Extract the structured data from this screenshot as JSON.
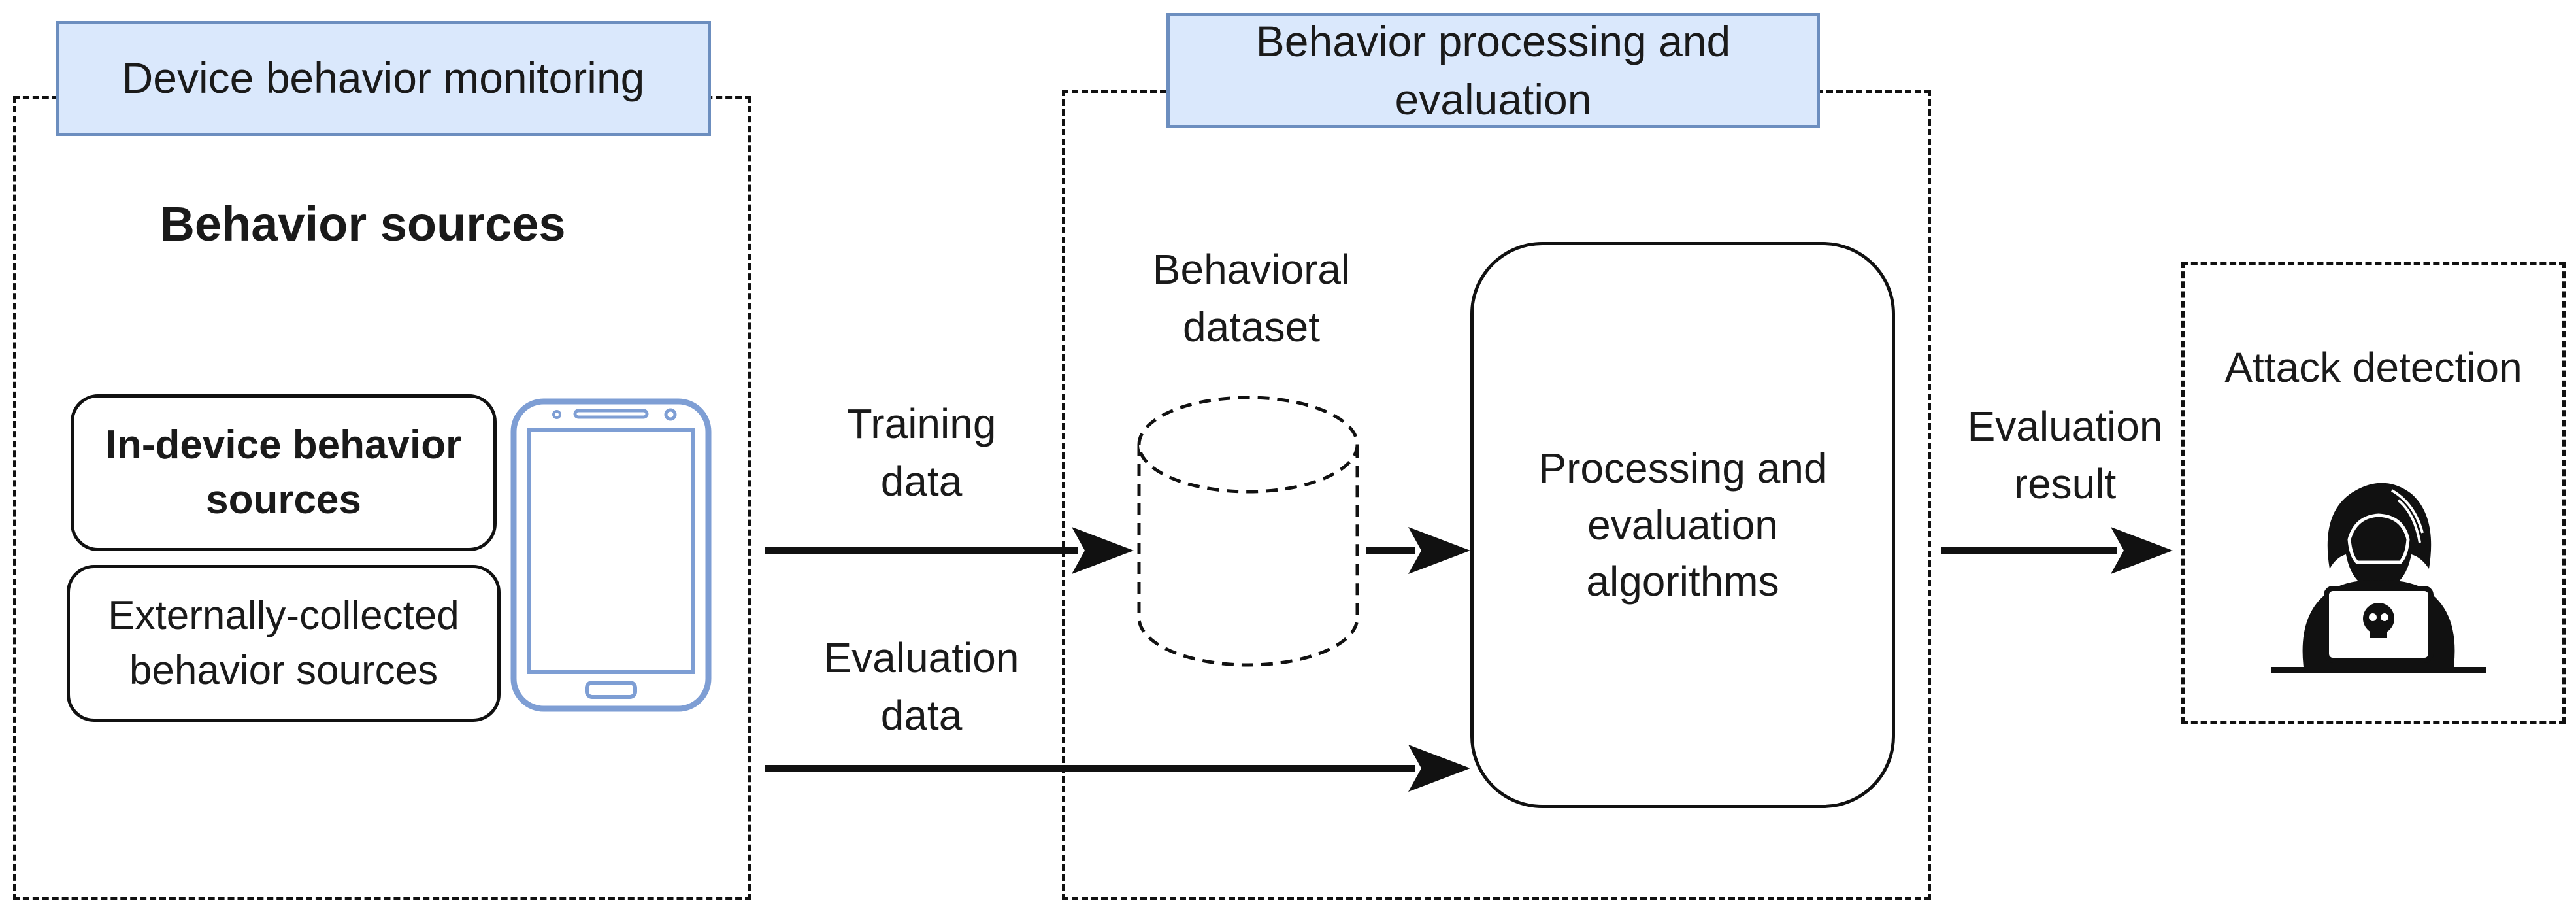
{
  "device_monitoring": {
    "header": "Device behavior monitoring",
    "sources_title": "Behavior sources",
    "in_device_sources": "In-device behavior sources",
    "external_sources": "Externally-collected behavior sources"
  },
  "processing": {
    "header": "Behavior processing and evaluation",
    "dataset_label": "Behavioral dataset",
    "algorithms_label": "Processing and evaluation algorithms"
  },
  "flows": {
    "training_data": "Training data",
    "evaluation_data": "Evaluation data",
    "evaluation_result": "Evaluation result"
  },
  "detection": {
    "title": "Attack detection"
  },
  "icons": {
    "phone": "smartphone-icon",
    "attacker": "hacker-icon"
  },
  "colors": {
    "header_fill": "#dae8fc",
    "header_border": "#6c8ebf",
    "phone_outline": "#7e9ed4"
  }
}
